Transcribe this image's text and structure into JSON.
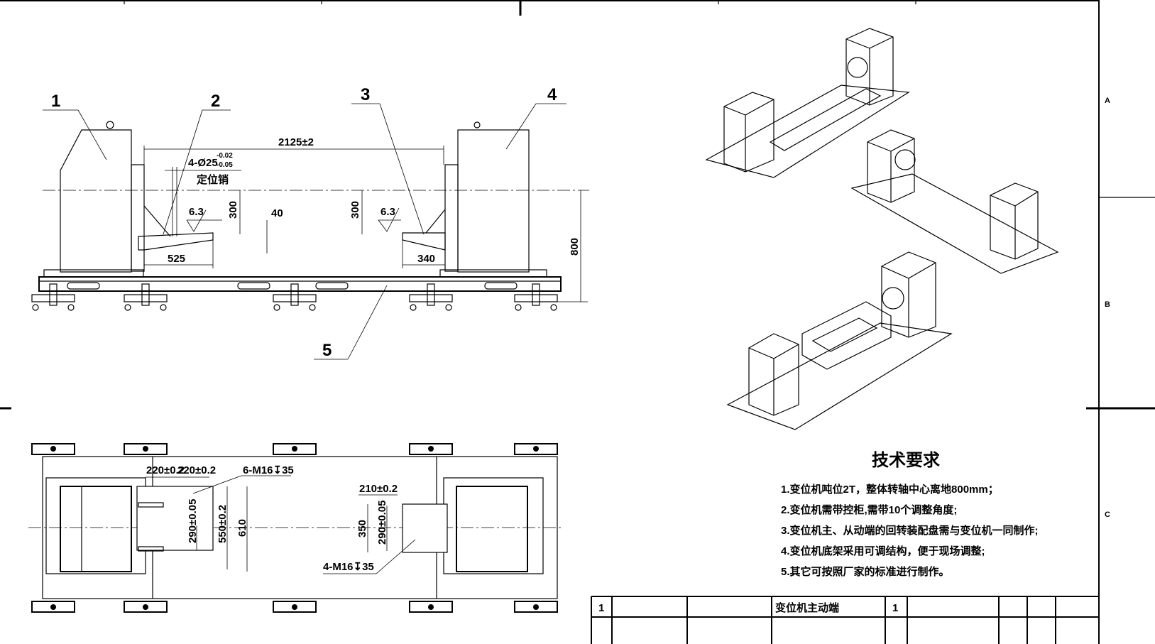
{
  "balloons": [
    "1",
    "2",
    "3",
    "4",
    "5"
  ],
  "front_view": {
    "overall_length": "2125±2",
    "pin_callout": "4-Ø25",
    "pin_tol_upper": "-0.02",
    "pin_tol_lower": "-0.05",
    "pin_name": "定位销",
    "roughness_left": "6.3",
    "roughness_right": "6.3",
    "height_left": "300",
    "height_right": "300",
    "step": "40",
    "length_left": "525",
    "length_right": "340",
    "center_height": "800"
  },
  "top_view": {
    "spacing_1": "220±0.2",
    "spacing_2": "220±0.2",
    "thread_left": "6-M16↧35",
    "hole_span_left": "290±0.05",
    "plate_span_left": "550±0.2",
    "width_left": "610",
    "spacing_right": "210±0.2",
    "width_right": "350",
    "hole_span_right": "290±0.05",
    "thread_right": "4-M16↧35"
  },
  "tech_requirements": {
    "title": "技术要求",
    "items": [
      "1.变位机吨位2T，整体转轴中心离地800mm；",
      "2.变位机需带控柜,需带10个调整角度;",
      "3.变位机主、从动端的回转装配盘需与变位机一同制作;",
      "4.变位机底架采用可调结构，便于现场调整;",
      "5.其它可按照厂家的标准进行制作。"
    ]
  },
  "parts_table": {
    "row": {
      "index": "1",
      "name": "变位机主动端",
      "qty": "1"
    }
  },
  "zone_labels": [
    "A",
    "B",
    "C"
  ]
}
